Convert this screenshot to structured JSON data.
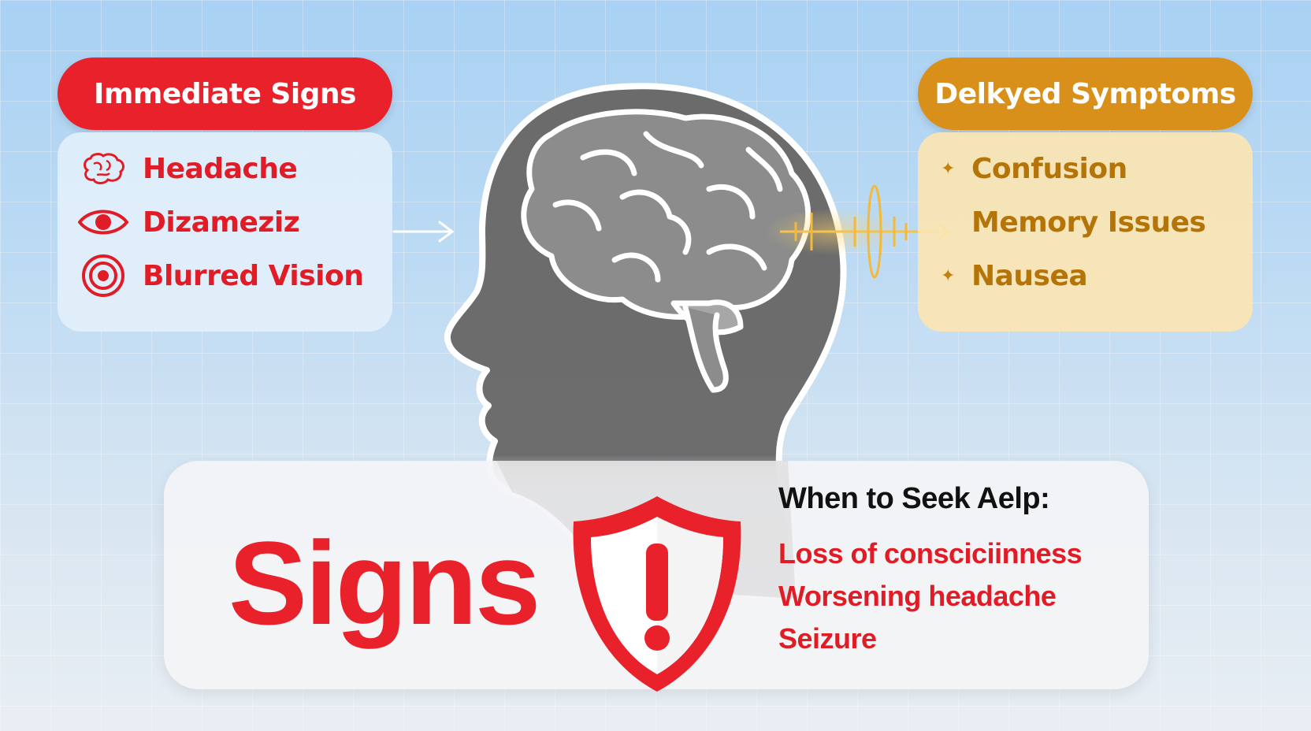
{
  "immediate": {
    "title": "Immediate Signs",
    "items": [
      {
        "label": "Headache",
        "icon": "brain-icon"
      },
      {
        "label": "Dizameziz",
        "icon": "eye-icon"
      },
      {
        "label": "Blurred Vision",
        "icon": "target-icon"
      }
    ]
  },
  "delayed": {
    "title": "Delkyed Symptoms",
    "items": [
      {
        "label": "Confusion",
        "icon": "sparkle-icon"
      },
      {
        "label": "Memory Issues",
        "icon": "arrow-icon"
      },
      {
        "label": "Nausea",
        "icon": "sparkle-icon"
      }
    ]
  },
  "main": {
    "headline": "Signs"
  },
  "help": {
    "title": "When to Seek Aelp:",
    "items": [
      "Loss of consciciinness",
      "Worsening headache",
      "Seizure"
    ]
  },
  "colors": {
    "red": "#e8212b",
    "gold": "#d9901a",
    "head": "#6f6f6f"
  }
}
